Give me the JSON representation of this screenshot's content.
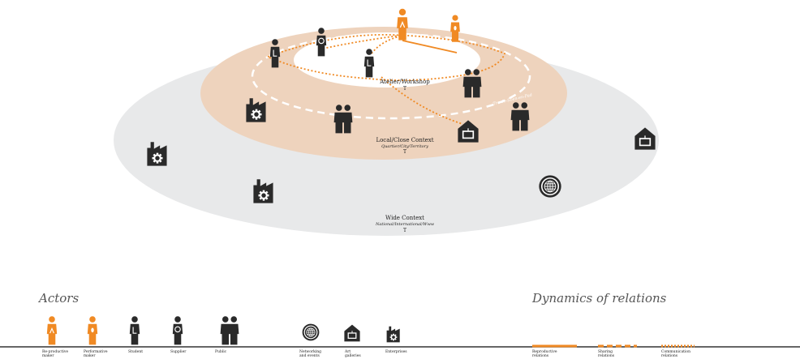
{
  "colors": {
    "wide_zone": "#e8e9ea",
    "local_zone": "#eed3bd",
    "inner_zone": "#ffffff",
    "accent": "#f08a24",
    "figure": "#2a2a2a",
    "baseline": "#333333"
  },
  "zones": {
    "workshop": {
      "title": "Atelier/Workshop",
      "mark": "T"
    },
    "local": {
      "title": "Local/Close Context",
      "subtitle": "Quartier/City/Territory",
      "mark": "T"
    },
    "wide": {
      "title": "Wide Context",
      "subtitle": "National/International/Www",
      "mark": "T"
    }
  },
  "path_label": "Tra-de-Scen-en-Pad",
  "sections": {
    "actors_title": "Actors",
    "dynamics_title": "Dynamics of relations"
  },
  "actors": [
    {
      "icon": "reproductive-maker-icon",
      "label_lines": [
        "Re-productive",
        "maker"
      ]
    },
    {
      "icon": "performative-maker-icon",
      "label_lines": [
        "Performative",
        "maker"
      ]
    },
    {
      "icon": "student-icon",
      "label_lines": [
        "Student"
      ]
    },
    {
      "icon": "supplier-icon",
      "label_lines": [
        "Supplier"
      ]
    },
    {
      "icon": "public-icon",
      "label_lines": [
        "Public"
      ]
    },
    {
      "icon": "networking-icon",
      "label_lines": [
        "Networking",
        "and events"
      ]
    },
    {
      "icon": "art-gallery-icon",
      "label_lines": [
        "Art",
        "galleries"
      ]
    },
    {
      "icon": "enterprise-icon",
      "label_lines": [
        "Enterprises"
      ]
    }
  ],
  "relations": [
    {
      "style": "solid",
      "label_lines": [
        "Reproductive",
        "relations"
      ]
    },
    {
      "style": "dashed",
      "label_lines": [
        "Sharing",
        "relations"
      ]
    },
    {
      "style": "dotted",
      "label_lines": [
        "Communication",
        "relations"
      ]
    }
  ]
}
